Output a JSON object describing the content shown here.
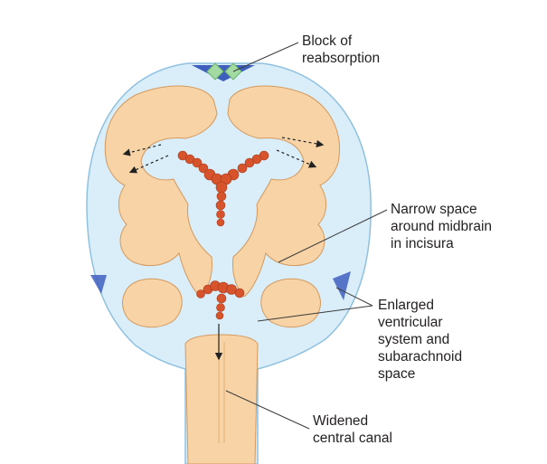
{
  "labels": {
    "block": [
      "Block of",
      "reabsorption"
    ],
    "narrow": [
      "Narrow space",
      "around midbrain",
      "in incisura"
    ],
    "enlarged": [
      "Enlarged",
      "ventricular",
      "system and",
      "subarachnoid",
      "space"
    ],
    "canal": [
      "Widened",
      "central canal"
    ]
  },
  "colors": {
    "csf": "#d9eef9",
    "outline": "#8fc1e0",
    "brain": "#f7d3a6",
    "brain_outline": "#d49a5e",
    "plexus": "#d7532c",
    "granulation": "#a3d9a3",
    "sinus": "#3f5fbf",
    "leader": "#3a3a3a"
  }
}
